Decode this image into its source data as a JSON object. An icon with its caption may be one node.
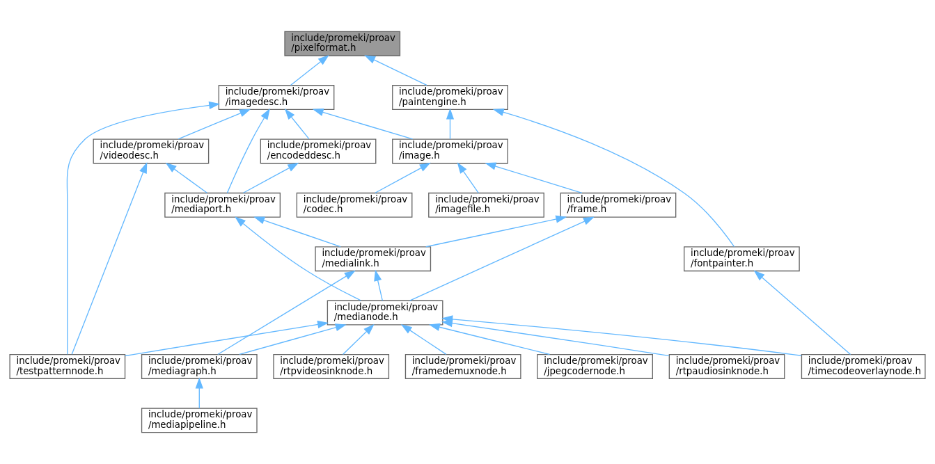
{
  "diagram": {
    "nodes": [
      {
        "text": [
          "include/promeki/proav /pixelformat.h"
        ]
      },
      {
        "text": [
          "include/promeki/proav /imagedesc.h"
        ]
      },
      {
        "text": [
          "include/promeki/proav /paintengine.h"
        ]
      },
      {
        "text": [
          "include/promeki/proav /videodesc.h"
        ]
      },
      {
        "text": [
          "include/promeki/proav /encodeddesc.h"
        ]
      },
      {
        "text": [
          "include/promeki/proav /image.h"
        ]
      },
      {
        "text": [
          "include/promeki/proav /mediaport.h"
        ]
      },
      {
        "text": [
          "include/promeki/proav /frame.h"
        ]
      },
      {
        "text": [
          "include/promeki/proav /imagefile.h"
        ]
      },
      {
        "text": [
          "include/promeki/proav /codec.h"
        ]
      },
      {
        "text": [
          "include/promeki/proav /fontpainter.h"
        ]
      },
      {
        "text": [
          "include/promeki/proav /medialink.h"
        ]
      },
      {
        "text": [
          "include/promeki/proav /medianode.h"
        ]
      },
      {
        "text": [
          "include/promeki/proav /testpatternnode.h"
        ]
      },
      {
        "text": [
          "include/promeki/proav /rtpvideosinknode.h"
        ]
      },
      {
        "text": [
          "include/promeki/proav /framedemuxnode.h"
        ]
      },
      {
        "text": [
          "include/promeki/proav /jpegcodernode.h"
        ]
      },
      {
        "text": [
          "include/promeki/proav /rtpaudiosinknode.h"
        ]
      },
      {
        "text": [
          "include/promeki/proav /mediagraph.h"
        ]
      },
      {
        "text": [
          "include/promeki/proav /timecodeoverlaynode.h"
        ]
      },
      {
        "text": [
          "include/promeki/proav /mediapipeline.h"
        ]
      }
    ],
    "edges": [
      {
        "from": 1,
        "to": 0,
        "arrow": "to"
      },
      {
        "from": 2,
        "to": 0,
        "arrow": "to"
      },
      {
        "from": 13,
        "to": 1,
        "arrow": "to"
      },
      {
        "from": 3,
        "to": 1,
        "arrow": "to"
      },
      {
        "from": 6,
        "to": 1,
        "arrow": "to"
      },
      {
        "from": 4,
        "to": 1,
        "arrow": "to"
      },
      {
        "from": 5,
        "to": 1,
        "arrow": "to"
      },
      {
        "from": 5,
        "to": 2,
        "arrow": "to"
      },
      {
        "from": 10,
        "to": 2,
        "arrow": "to"
      },
      {
        "from": 6,
        "to": 3,
        "arrow": "to"
      },
      {
        "from": 13,
        "to": 3,
        "arrow": "to"
      },
      {
        "from": 6,
        "to": 4,
        "arrow": "to"
      },
      {
        "from": 7,
        "to": 5,
        "arrow": "to"
      },
      {
        "from": 8,
        "to": 5,
        "arrow": "to"
      },
      {
        "from": 9,
        "to": 5,
        "arrow": "to"
      },
      {
        "from": 11,
        "to": 6,
        "arrow": "to"
      },
      {
        "from": 12,
        "to": 6,
        "arrow": "to"
      },
      {
        "from": 11,
        "to": 7,
        "arrow": "to"
      },
      {
        "from": 12,
        "to": 7,
        "arrow": "to"
      },
      {
        "from": 12,
        "to": 11,
        "arrow": "to"
      },
      {
        "from": 18,
        "to": 11,
        "arrow": "to"
      },
      {
        "from": 13,
        "to": 12,
        "arrow": "to"
      },
      {
        "from": 14,
        "to": 12,
        "arrow": "to"
      },
      {
        "from": 15,
        "to": 12,
        "arrow": "to"
      },
      {
        "from": 16,
        "to": 12,
        "arrow": "to"
      },
      {
        "from": 17,
        "to": 12,
        "arrow": "to"
      },
      {
        "from": 18,
        "to": 12,
        "arrow": "to"
      },
      {
        "from": 19,
        "to": 12,
        "arrow": "to"
      },
      {
        "from": 19,
        "to": 10,
        "arrow": "to"
      },
      {
        "from": 20,
        "to": 18,
        "arrow": "to"
      }
    ]
  }
}
